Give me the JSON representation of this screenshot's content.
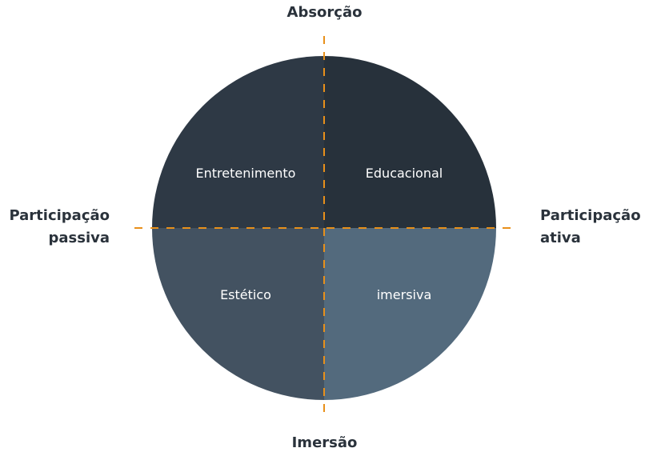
{
  "axes": {
    "top": "Absorção",
    "bottom": "Imersão",
    "left": [
      "Participação",
      "passiva"
    ],
    "right": [
      "Participação",
      "ativa"
    ]
  },
  "quadrants": {
    "top_left": {
      "label": "Entretenimento",
      "color": "#2e3945"
    },
    "top_right": {
      "label": "Educacional",
      "color": "#27313b"
    },
    "bottom_left": {
      "label": "Estético",
      "color": "#435261"
    },
    "bottom_right": {
      "label": "imersiva",
      "color": "#536a7d"
    }
  },
  "axis_line_color": "#e8901a"
}
